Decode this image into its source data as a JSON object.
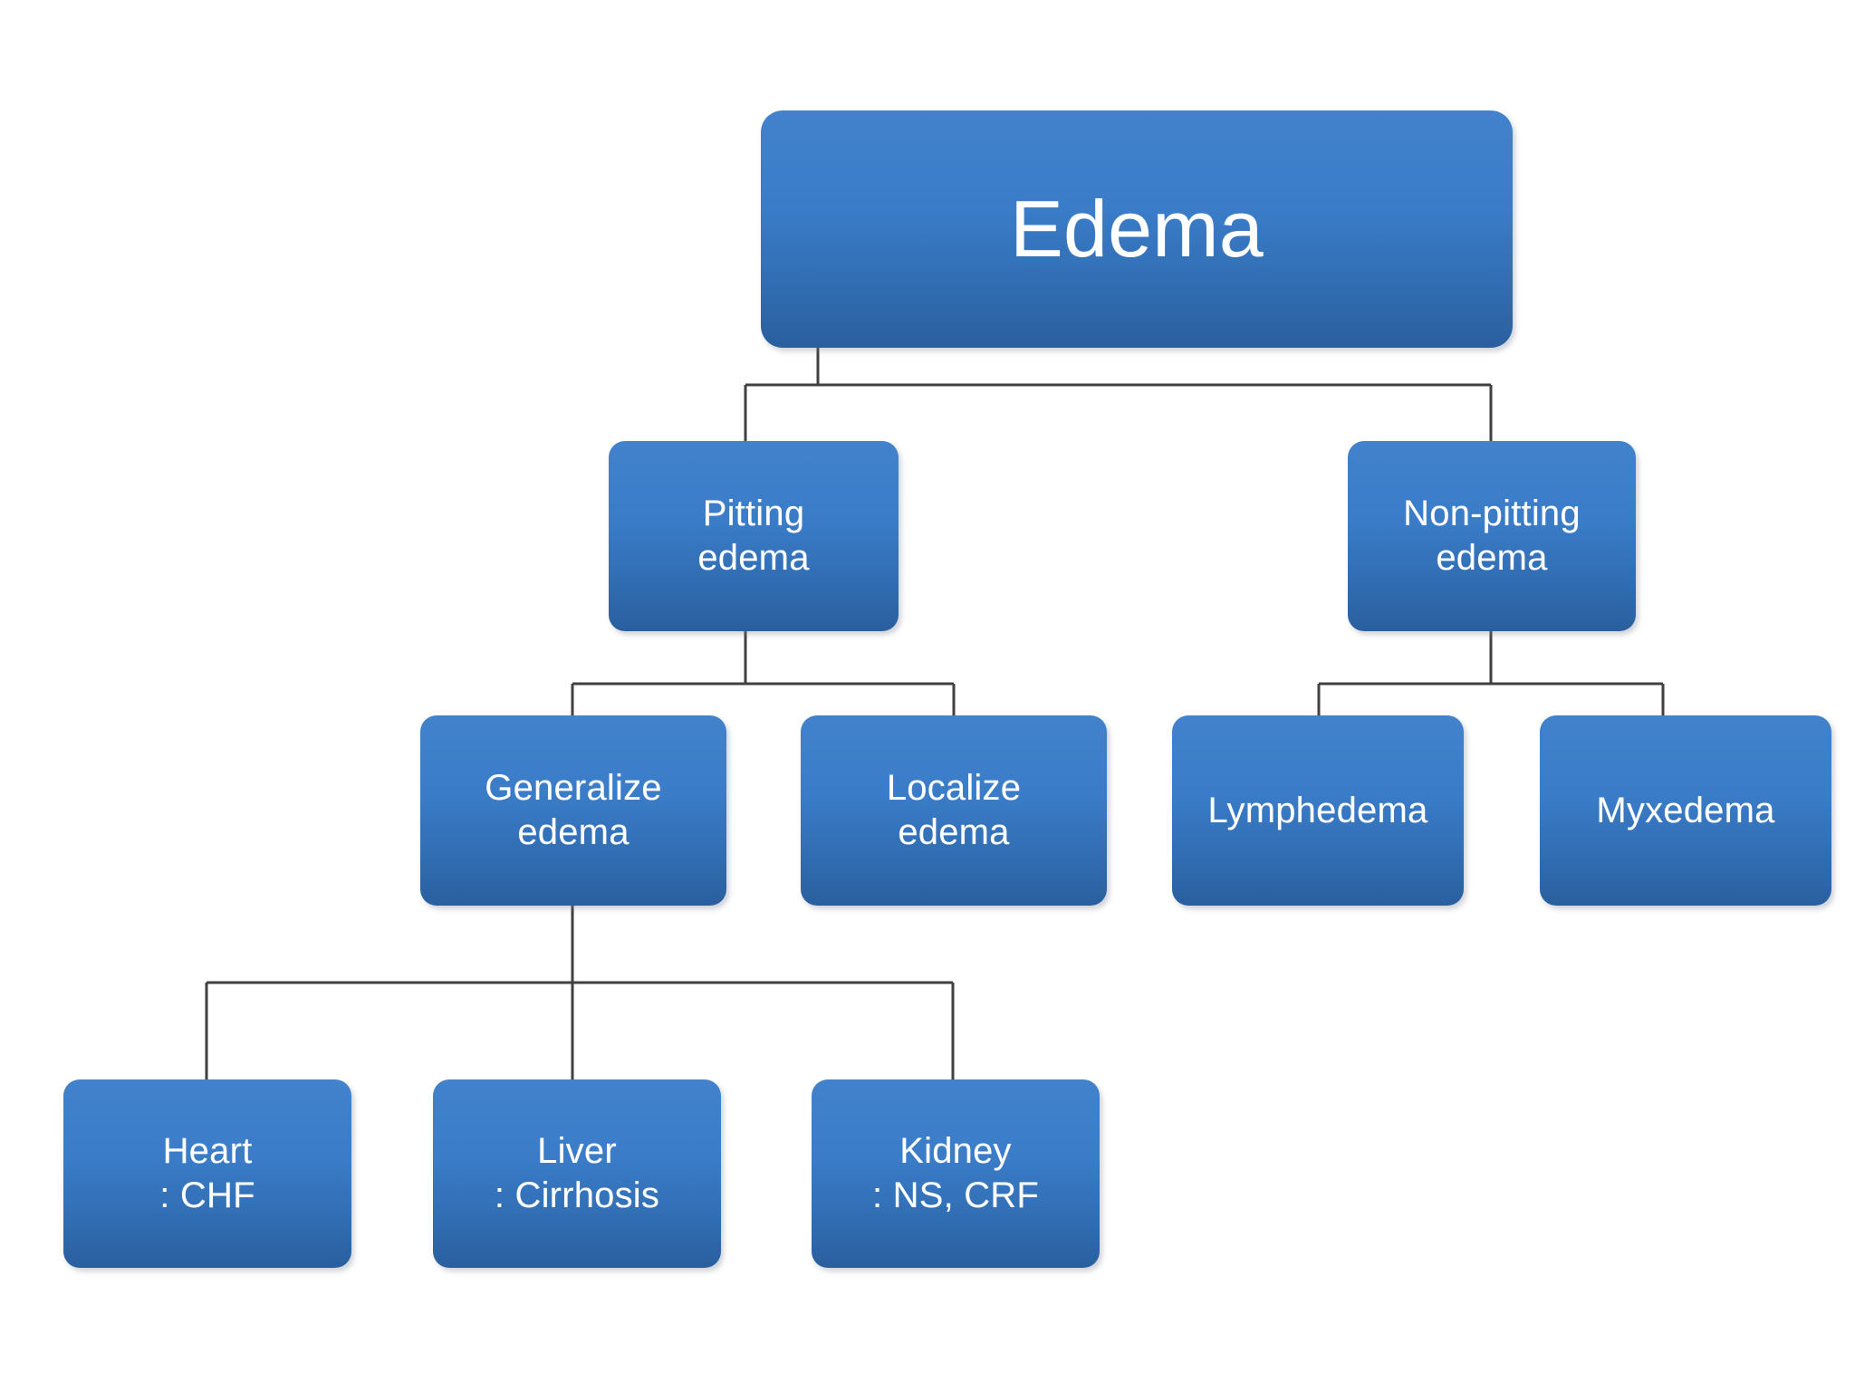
{
  "diagram": {
    "title": "Edema classification flowchart",
    "background_color": "#ffffff",
    "node_fill_top": "#4282CC",
    "node_fill_bottom": "#2A5F9E",
    "node_text_color": "#ffffff",
    "edge_color": "#404040"
  },
  "nodes": {
    "root": {
      "label": "Edema"
    },
    "pitting": {
      "label": "Pitting\nedema"
    },
    "non_pitting": {
      "label": "Non-pitting\nedema"
    },
    "generalize": {
      "label": "Generalize\nedema"
    },
    "localize": {
      "label": "Localize\nedema"
    },
    "lymphedema": {
      "label": "Lymphedema"
    },
    "myxedema": {
      "label": "Myxedema"
    },
    "heart": {
      "label": "Heart\n: CHF"
    },
    "liver": {
      "label": "Liver\n: Cirrhosis"
    },
    "kidney": {
      "label": "Kidney\n: NS, CRF"
    }
  },
  "chart_data": {
    "type": "table",
    "title": "Edema",
    "hierarchy": [
      {
        "label": "Edema",
        "children": [
          {
            "label": "Pitting edema",
            "children": [
              {
                "label": "Generalize edema",
                "children": [
                  {
                    "label": "Heart : CHF"
                  },
                  {
                    "label": "Liver : Cirrhosis"
                  },
                  {
                    "label": "Kidney : NS, CRF"
                  }
                ]
              },
              {
                "label": "Localize edema"
              }
            ]
          },
          {
            "label": "Non-pitting edema",
            "children": [
              {
                "label": "Lymphedema"
              },
              {
                "label": "Myxedema"
              }
            ]
          }
        ]
      }
    ]
  }
}
